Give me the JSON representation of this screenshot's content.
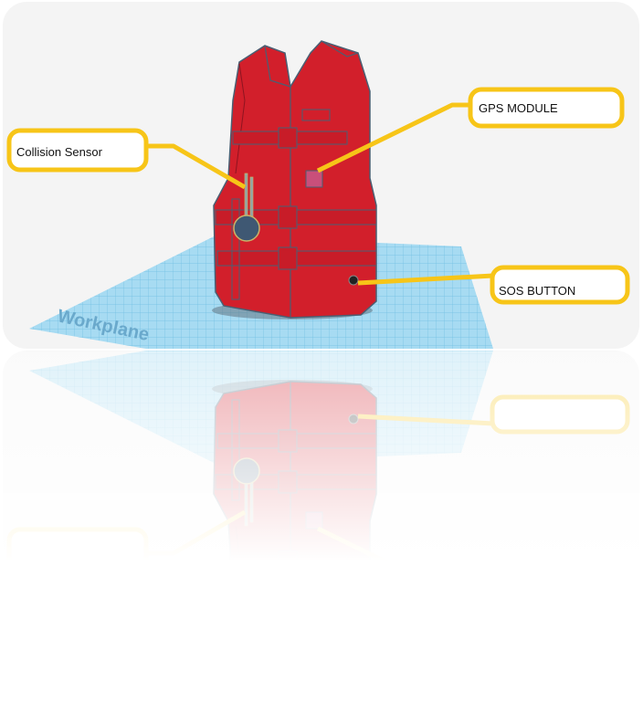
{
  "callouts": {
    "collision": "Collision Sensor",
    "gps": "GPS MODULE",
    "sos": "SOS BUTTON"
  },
  "workplane_label": "Workplane",
  "colors": {
    "vest": "#d21f2b",
    "callout_border": "#f7c518",
    "workplane": "#9fd6ef",
    "gps_module": "#c94f7a"
  }
}
